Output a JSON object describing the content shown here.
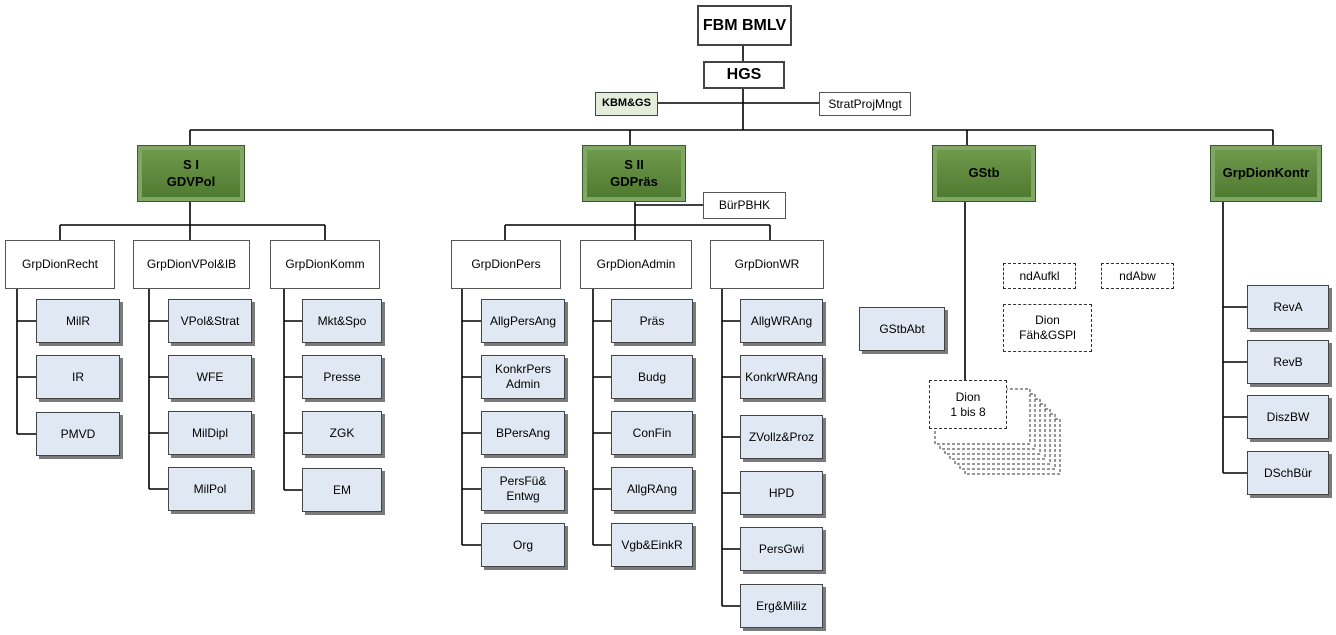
{
  "top": {
    "fbm": "FBM BMLV",
    "hgs": "HGS",
    "kbm": "KBM&GS",
    "strat": "StratProjMngt"
  },
  "sections": {
    "s1": "S I\nGDVPol",
    "s2": "S II\nGDPräs",
    "gstb": "GStb",
    "kontr": "GrpDionKontr"
  },
  "s1": {
    "recht": {
      "title": "GrpDionRecht",
      "items": [
        "MilR",
        "IR",
        "PMVD"
      ]
    },
    "vpol": {
      "title": "GrpDionVPol&IB",
      "items": [
        "VPol&Strat",
        "WFE",
        "MilDipl",
        "MilPol"
      ]
    },
    "komm": {
      "title": "GrpDionKomm",
      "items": [
        "Mkt&Spo",
        "Presse",
        "ZGK",
        "EM"
      ]
    }
  },
  "s2": {
    "buerpbhk": "BürPBHK",
    "pers": {
      "title": "GrpDionPers",
      "items": [
        "AllgPersAng",
        "KonkrPers\nAdmin",
        "BPersAng",
        "PersFü&\nEntwg",
        "Org"
      ]
    },
    "admin": {
      "title": "GrpDionAdmin",
      "items": [
        "Präs",
        "Budg",
        "ConFin",
        "AllgRAng",
        "Vgb&EinkR"
      ]
    },
    "wr": {
      "title": "GrpDionWR",
      "items": [
        "AllgWRAng",
        "KonkrWRAng",
        "ZVollz&Proz",
        "HPD",
        "PersGwi",
        "Erg&Miliz"
      ]
    }
  },
  "gstb": {
    "abt": "GStbAbt",
    "ndaufkl": "ndAufkl",
    "ndabw": "ndAbw",
    "faeh": "Dion\nFäh&GSPl",
    "dion": "Dion\n1 bis 8"
  },
  "kontr": {
    "items": [
      "RevA",
      "RevB",
      "DiszBW",
      "DSchBür"
    ]
  }
}
